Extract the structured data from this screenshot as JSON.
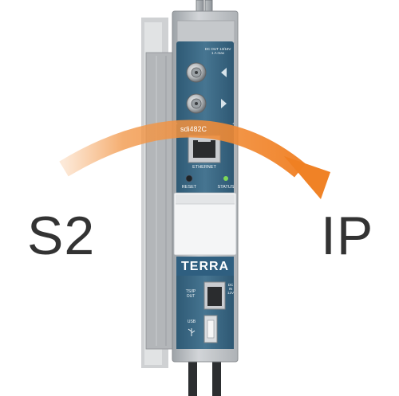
{
  "labels": {
    "input": "S2",
    "output": "IP"
  },
  "module": {
    "brand": "TERRA",
    "model": "sdi482C",
    "dc_out": "DC OUT 13/18V\n1 A max",
    "ethernet": "ETHERNET",
    "reset": "RESET",
    "status": "STATUS",
    "ts_ip_out": "TS/IP\nOUT",
    "usb": "USB",
    "dc_in": "DC\nIN\n12V"
  },
  "colors": {
    "panel_blue": "#3d6a86",
    "arrow_orange": "#f28a2e",
    "housing_grey": "#b9bdc1",
    "label_text": "#333333"
  }
}
